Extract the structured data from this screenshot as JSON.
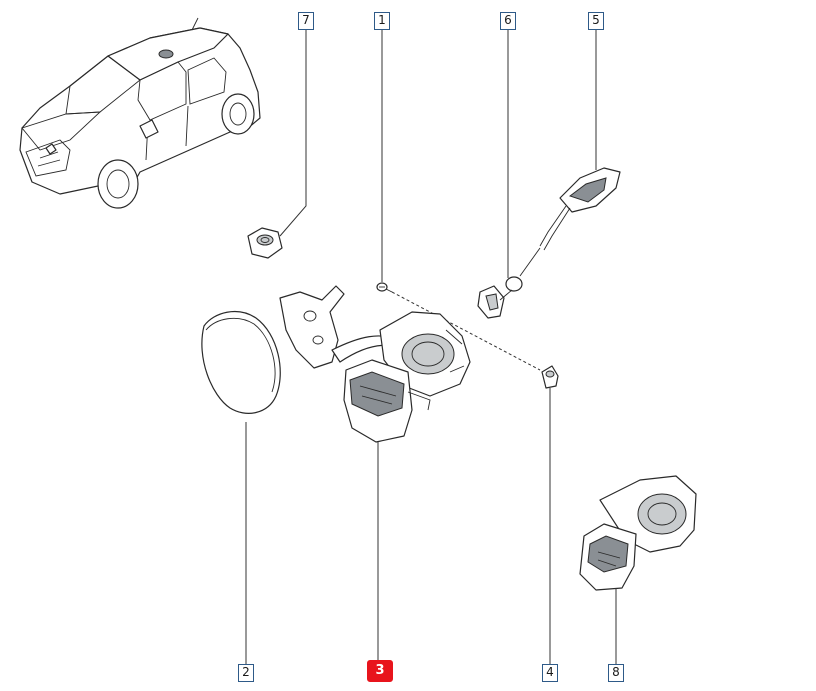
{
  "diagram": {
    "callouts": [
      {
        "id": "7",
        "label": "7",
        "highlighted": false
      },
      {
        "id": "1",
        "label": "1",
        "highlighted": false
      },
      {
        "id": "6",
        "label": "6",
        "highlighted": false
      },
      {
        "id": "5",
        "label": "5",
        "highlighted": false
      },
      {
        "id": "2",
        "label": "2",
        "highlighted": false
      },
      {
        "id": "3",
        "label": "3",
        "highlighted": true
      },
      {
        "id": "4",
        "label": "4",
        "highlighted": false
      },
      {
        "id": "8",
        "label": "8",
        "highlighted": false
      }
    ],
    "colors": {
      "highlight": "#e8141c",
      "callout_border": "#2e5a88",
      "line": "#2a2a2a",
      "shade": "#8a8f94"
    },
    "icons": {
      "vehicle": "hatchback-car-icon",
      "part_1": "screw-icon",
      "part_2": "fuel-flap-door-icon",
      "part_3": "filler-housing-icon",
      "part_4": "bolt-icon",
      "part_5": "release-cable-icon",
      "part_6": "actuator-icon",
      "part_7": "nut-icon",
      "part_8": "filler-housing-variant-icon"
    }
  }
}
